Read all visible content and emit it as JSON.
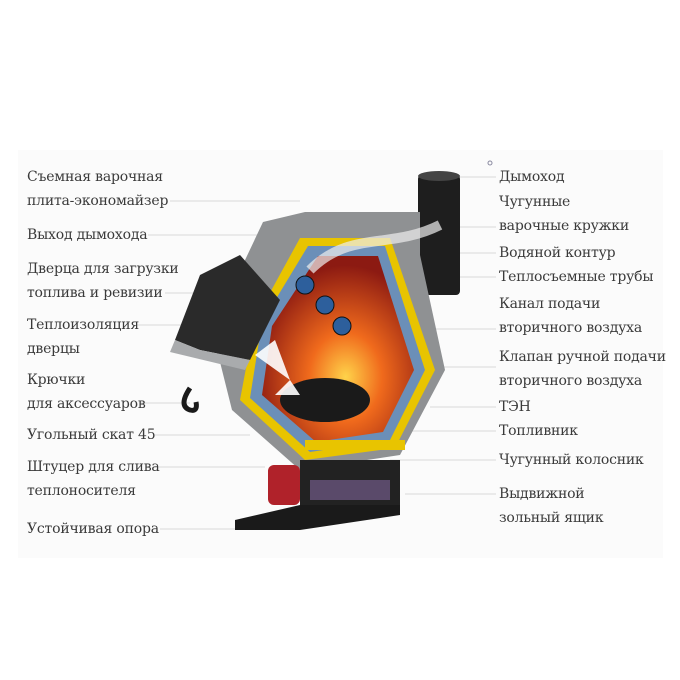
{
  "left_labels": [
    {
      "lines": [
        "Съемная варочная",
        "плита-экономайзер"
      ]
    },
    {
      "lines": [
        "Выход дымохода"
      ]
    },
    {
      "lines": [
        "Дверца для загрузки",
        "топлива и ревизии"
      ]
    },
    {
      "lines": [
        "Теплоизоляция",
        "дверцы"
      ]
    },
    {
      "lines": [
        "Крючки",
        "для аксессуаров"
      ]
    },
    {
      "lines": [
        "Угольный скат 45"
      ]
    },
    {
      "lines": [
        "Штуцер для слива",
        "теплоносителя"
      ]
    },
    {
      "lines": [
        "Устойчивая опора"
      ]
    }
  ],
  "right_labels": [
    {
      "lines": [
        "Дымоход"
      ]
    },
    {
      "lines": [
        "Чугунные",
        "варочные кружки"
      ]
    },
    {
      "lines": [
        "Водяной контур"
      ]
    },
    {
      "lines": [
        "Теплосъемные трубы"
      ]
    },
    {
      "lines": [
        "Канал подачи",
        "вторичного воздуха"
      ]
    },
    {
      "lines": [
        "Клапан ручной подачи",
        "вторичного воздуха"
      ]
    },
    {
      "lines": [
        "ТЭН"
      ]
    },
    {
      "lines": [
        "Топливник"
      ]
    },
    {
      "lines": [
        "Чугунный колосник"
      ]
    },
    {
      "lines": [
        "Выдвижной",
        "зольный ящик"
      ]
    }
  ],
  "colors": {
    "text": "#3a3a3a",
    "body": "#2a2a2a",
    "insulation": "#e8c400",
    "fire": "#e2461a",
    "water_jacket": "#6b8fb8",
    "ash_box": "#b0222a"
  }
}
